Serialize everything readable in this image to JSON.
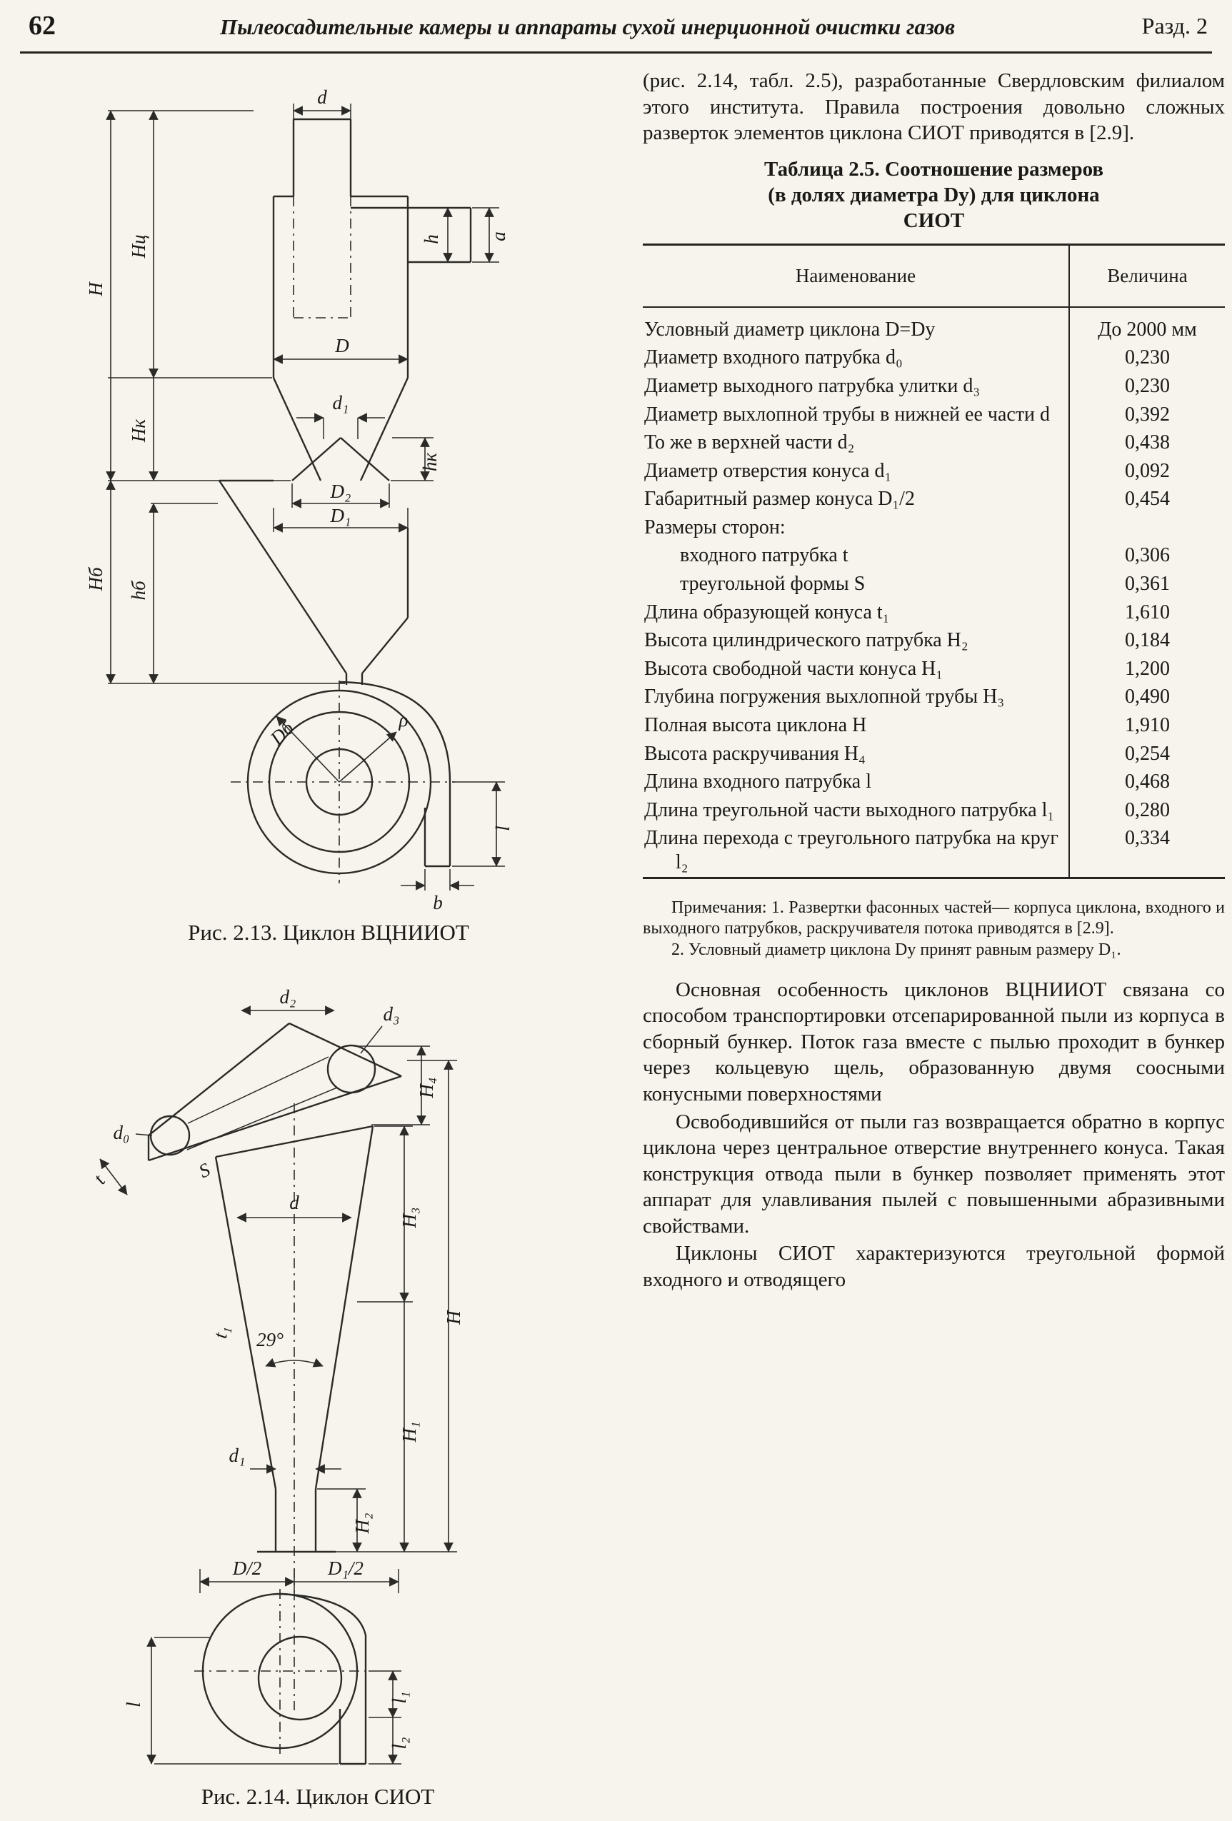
{
  "page": {
    "number": "62",
    "header_title": "Пылеосадительные камеры и аппараты сухой инерционной очистки газов",
    "section": "Разд. 2"
  },
  "intro": "(рис. 2.14, табл. 2.5), разработанные Свердловским филиалом этого института. Правила построения довольно сложных разверток элементов циклона СИОТ приводятся в [2.9].",
  "table": {
    "title_l1": "Таблица 2.5. Соотношение размеров",
    "title_l2": "(в долях диаметра Dу) для циклона",
    "title_l3": "СИОТ",
    "col_name": "Наименование",
    "col_value": "Величина",
    "rows": [
      {
        "name": "Условный диаметр циклона D=Dу",
        "value": "До 2000 мм"
      },
      {
        "name": "Диаметр входного патрубка d₀",
        "value": "0,230"
      },
      {
        "name": "Диаметр выходного патрубка улитки d₃",
        "value": "0,230"
      },
      {
        "name": "Диаметр выхлопной трубы в нижней ее части d",
        "value": "0,392"
      },
      {
        "name": "То же в верхней части d₂",
        "value": "0,438"
      },
      {
        "name": "Диаметр отверстия конуса d₁",
        "value": "0,092"
      },
      {
        "name": "Габаритный размер конуса D₁/2",
        "value": "0,454"
      },
      {
        "name": "Размеры сторон:",
        "value": ""
      },
      {
        "name": "входного патрубка t",
        "value": "0,306",
        "cls": "indent"
      },
      {
        "name": "треугольной формы S",
        "value": "0,361",
        "cls": "indent"
      },
      {
        "name": "Длина образующей конуса t₁",
        "value": "1,610"
      },
      {
        "name": "Высота цилиндрического патрубка H₂",
        "value": "0,184"
      },
      {
        "name": "Высота свободной части конуса H₁",
        "value": "1,200"
      },
      {
        "name": "Глубина погружения выхлопной трубы H₃",
        "value": "0,490"
      },
      {
        "name": "Полная высота циклона H",
        "value": "1,910"
      },
      {
        "name": "Высота раскручивания H₄",
        "value": "0,254"
      },
      {
        "name": "Длина входного патрубка l",
        "value": "0,468"
      },
      {
        "name": "Длина треугольной части выходного патрубка l₁",
        "value": "0,280"
      },
      {
        "name": "Длина перехода с треугольного патрубка на круг l₂",
        "value": "0,334"
      }
    ]
  },
  "notes": {
    "n1": "Примечания: 1. Развертки фасонных частей— корпуса циклона, входного и выходного патрубков, раскручивателя потока приводятся в [2.9].",
    "n2": "2. Условный диаметр циклона Dу принят равным размеру D₁."
  },
  "paragraphs": {
    "p1": "Основная особенность циклонов ВЦНИИОТ связана со способом транспортировки отсепарированной пыли из корпуса в сборный бункер. Поток газа вместе с пылью проходит в бункер через кольцевую щель, образованную двумя соосными конусными поверхностями",
    "p2": "Освободившийся от пыли газ возвращается обратно в корпус циклона через центральное отверстие внутреннего конуса. Такая конструкция отвода пыли в бункер позволяет применять этот аппарат для улавливания пылей с повышенными абразивными свойствами.",
    "p3": "Циклоны СИОТ характеризуются треугольной формой входного и отводящего"
  },
  "fig213": {
    "caption": "Рис. 2.13. Циклон ВЦНИИОТ",
    "labels": {
      "d": "d",
      "h": "h",
      "a": "a",
      "D": "D",
      "Hc": "Hц",
      "H": "H",
      "Hk": "Hк",
      "d1": "d₁",
      "hk": "hк",
      "D2": "D₂",
      "D1": "D₁",
      "Hb": "Hб",
      "hb": "hб",
      "Db": "Dб",
      "rho": "ρ",
      "b": "b",
      "l": "l"
    }
  },
  "fig214": {
    "caption": "Рис. 2.14. Циклон СИОТ",
    "labels": {
      "d2": "d₂",
      "d3": "d₃",
      "d0": "d₀",
      "t": "t",
      "S": "S",
      "H4": "H₄",
      "d": "d",
      "H3": "H₃",
      "t1": "t₁",
      "angle": "29°",
      "H": "H",
      "H1": "H₁",
      "d1": "d₁",
      "H2": "H₂",
      "Dhalf": "D/2",
      "D1half": "D₁/2",
      "l": "l",
      "l1": "l₁",
      "l2": "l₂"
    }
  }
}
